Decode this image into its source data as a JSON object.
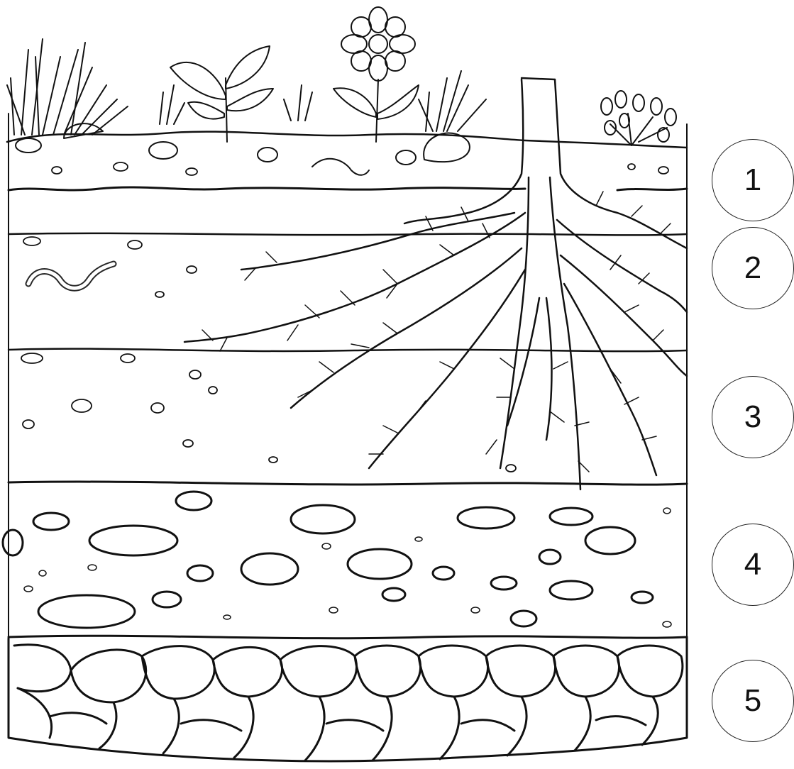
{
  "labels": [
    "1",
    "2",
    "3",
    "4",
    "5"
  ],
  "colors": {
    "ink": "#111111",
    "paper": "#ffffff"
  }
}
